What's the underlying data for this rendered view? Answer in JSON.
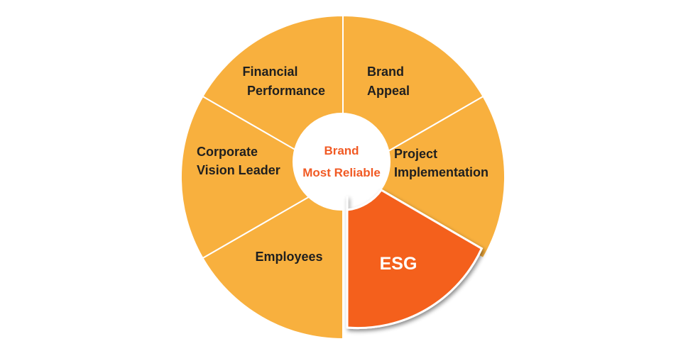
{
  "diagram": {
    "center": {
      "line1": "Brand",
      "line2": "Most Reliable"
    },
    "segments": [
      {
        "id": "financial-performance",
        "lines": [
          "Financial",
          "Performance"
        ],
        "highlighted": false
      },
      {
        "id": "brand-appeal",
        "lines": [
          "Brand",
          "Appeal"
        ],
        "highlighted": false
      },
      {
        "id": "project-implementation",
        "lines": [
          "Project",
          "Implementation"
        ],
        "highlighted": false
      },
      {
        "id": "esg",
        "lines": [
          "ESG"
        ],
        "highlighted": true
      },
      {
        "id": "employees",
        "lines": [
          "Employees"
        ],
        "highlighted": false
      },
      {
        "id": "corporate-vision-leader",
        "lines": [
          "Corporate",
          "Vision Leader"
        ],
        "highlighted": false
      }
    ]
  },
  "colors": {
    "segment": "#f8b03e",
    "highlight": "#f4611f",
    "divider": "#ffffff",
    "center_fill": "#ffffff",
    "center_text": "#f15a24",
    "label_text": "#1f1f1f"
  }
}
